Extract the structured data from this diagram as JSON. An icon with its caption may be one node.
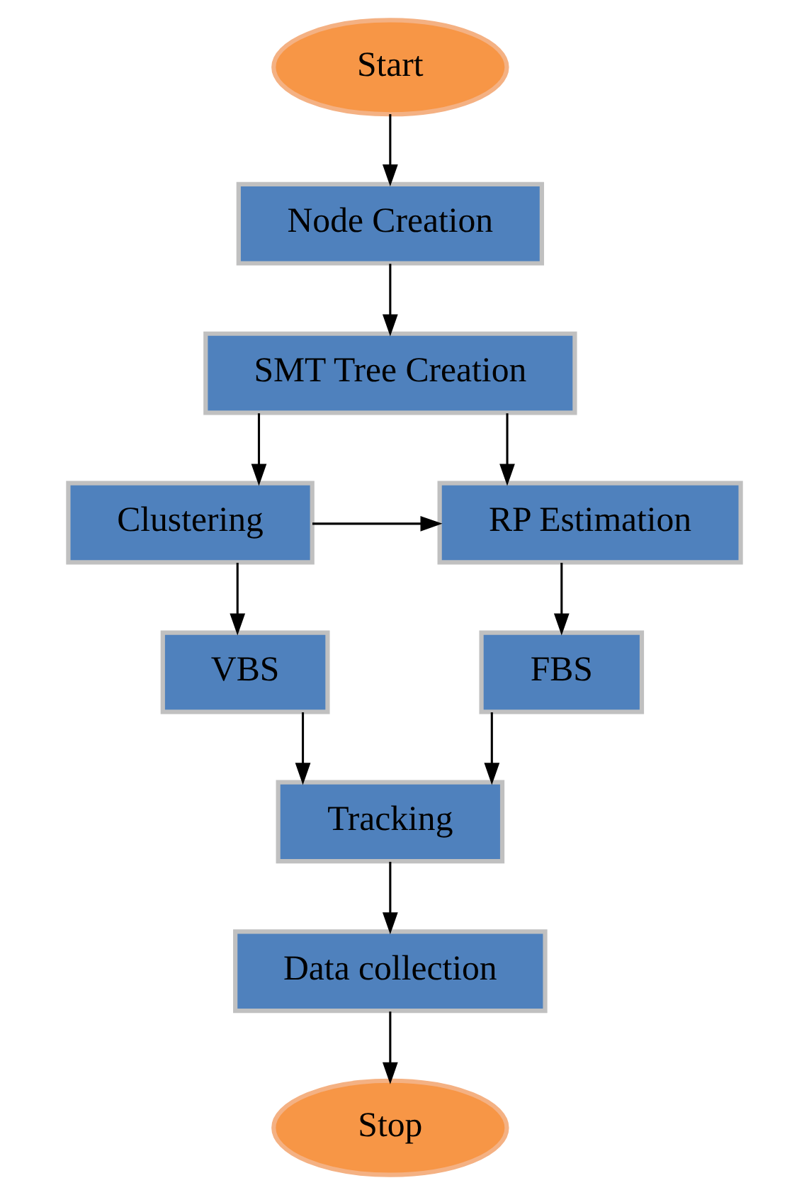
{
  "diagram": {
    "nodes": [
      {
        "text": [
          "Start"
        ]
      },
      {
        "text": [
          "Node Creation"
        ]
      },
      {
        "text": [
          "SMT Tree Creation"
        ]
      },
      {
        "text": [
          "RP Estimation"
        ]
      },
      {
        "text": [
          "Clustering"
        ]
      },
      {
        "text": [
          "FBS"
        ]
      },
      {
        "text": [
          "VBS"
        ]
      },
      {
        "text": [
          "Tracking"
        ]
      },
      {
        "text": [
          "Data collection"
        ]
      },
      {
        "text": [
          "Stop"
        ]
      }
    ],
    "edges": [
      {
        "from": 0,
        "to": 1,
        "arrow": "to"
      },
      {
        "from": 1,
        "to": 2,
        "arrow": "to"
      },
      {
        "from": 2,
        "to": 3,
        "arrow": "to"
      },
      {
        "from": 2,
        "to": 4,
        "arrow": "to"
      },
      {
        "from": 4,
        "to": 3,
        "arrow": "to"
      },
      {
        "from": 3,
        "to": 5,
        "arrow": "to"
      },
      {
        "from": 4,
        "to": 6,
        "arrow": "to"
      },
      {
        "from": 5,
        "to": 7,
        "arrow": "to"
      },
      {
        "from": 6,
        "to": 7,
        "arrow": "to"
      },
      {
        "from": 7,
        "to": 8,
        "arrow": "to"
      },
      {
        "from": 8,
        "to": 9,
        "arrow": "to"
      }
    ]
  }
}
